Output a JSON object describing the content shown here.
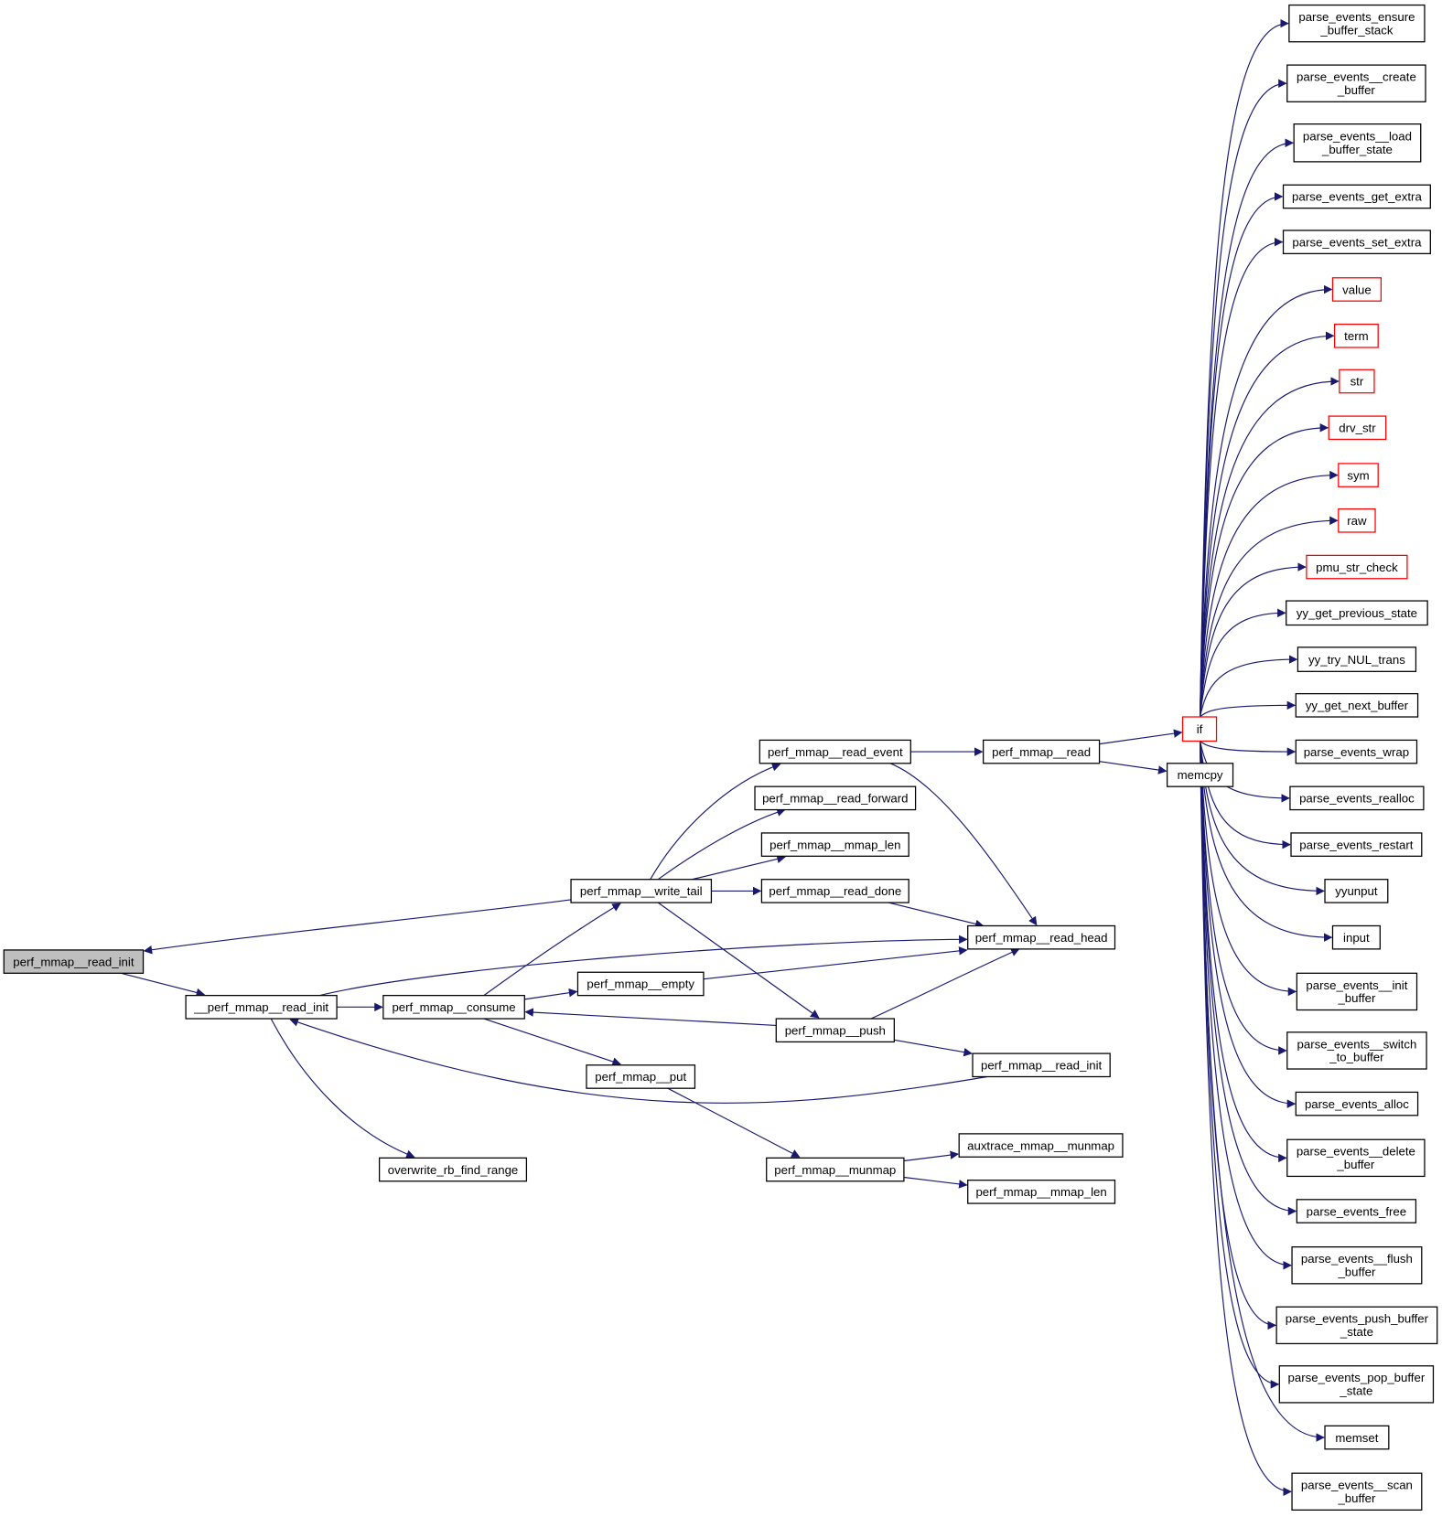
{
  "graph": {
    "type": "call-graph",
    "edge_color": "#191970",
    "focus_color": "#bfbfbf",
    "undocumented_border": "#ff0000",
    "nodes": [
      {
        "id": "read_init_main",
        "label": [
          "perf_mmap__read_init"
        ],
        "style": "highlight"
      },
      {
        "id": "__read_init",
        "label": [
          "__perf_mmap__read_init"
        ],
        "style": "normal"
      },
      {
        "id": "consume",
        "label": [
          "perf_mmap__consume"
        ],
        "style": "normal"
      },
      {
        "id": "overwrite",
        "label": [
          "overwrite_rb_find_range"
        ],
        "style": "normal"
      },
      {
        "id": "write_tail",
        "label": [
          "perf_mmap__write_tail"
        ],
        "style": "normal"
      },
      {
        "id": "empty",
        "label": [
          "perf_mmap__empty"
        ],
        "style": "normal"
      },
      {
        "id": "put",
        "label": [
          "perf_mmap__put"
        ],
        "style": "normal"
      },
      {
        "id": "push",
        "label": [
          "perf_mmap__push"
        ],
        "style": "normal"
      },
      {
        "id": "read_event",
        "label": [
          "perf_mmap__read_event"
        ],
        "style": "normal"
      },
      {
        "id": "read_forward",
        "label": [
          "perf_mmap__read_forward"
        ],
        "style": "normal"
      },
      {
        "id": "mmap_len1",
        "label": [
          "perf_mmap__mmap_len"
        ],
        "style": "normal"
      },
      {
        "id": "read_done",
        "label": [
          "perf_mmap__read_done"
        ],
        "style": "normal"
      },
      {
        "id": "read_head",
        "label": [
          "perf_mmap__read_head"
        ],
        "style": "normal"
      },
      {
        "id": "read",
        "label": [
          "perf_mmap__read"
        ],
        "style": "normal"
      },
      {
        "id": "read_init2",
        "label": [
          "perf_mmap__read_init"
        ],
        "style": "normal"
      },
      {
        "id": "munmap",
        "label": [
          "perf_mmap__munmap"
        ],
        "style": "normal"
      },
      {
        "id": "auxtrace",
        "label": [
          "auxtrace_mmap__munmap"
        ],
        "style": "normal"
      },
      {
        "id": "mmap_len2",
        "label": [
          "perf_mmap__mmap_len"
        ],
        "style": "normal"
      },
      {
        "id": "if",
        "label": [
          "if"
        ],
        "style": "red"
      },
      {
        "id": "memcpy",
        "label": [
          "memcpy"
        ],
        "style": "normal"
      },
      {
        "id": "r0",
        "label": [
          "parse_events_ensure",
          "_buffer_stack"
        ],
        "style": "normal"
      },
      {
        "id": "r1",
        "label": [
          "parse_events__create",
          "_buffer"
        ],
        "style": "normal"
      },
      {
        "id": "r2",
        "label": [
          "parse_events__load",
          "_buffer_state"
        ],
        "style": "normal"
      },
      {
        "id": "r3",
        "label": [
          "parse_events_get_extra"
        ],
        "style": "normal"
      },
      {
        "id": "r4",
        "label": [
          "parse_events_set_extra"
        ],
        "style": "normal"
      },
      {
        "id": "r5",
        "label": [
          "value"
        ],
        "style": "red"
      },
      {
        "id": "r6",
        "label": [
          "term"
        ],
        "style": "red"
      },
      {
        "id": "r7",
        "label": [
          "str"
        ],
        "style": "red"
      },
      {
        "id": "r8",
        "label": [
          "drv_str"
        ],
        "style": "red"
      },
      {
        "id": "r9",
        "label": [
          "sym"
        ],
        "style": "red"
      },
      {
        "id": "r10",
        "label": [
          "raw"
        ],
        "style": "red"
      },
      {
        "id": "r11",
        "label": [
          "pmu_str_check"
        ],
        "style": "red"
      },
      {
        "id": "r12",
        "label": [
          "yy_get_previous_state"
        ],
        "style": "normal"
      },
      {
        "id": "r13",
        "label": [
          "yy_try_NUL_trans"
        ],
        "style": "normal"
      },
      {
        "id": "r14",
        "label": [
          "yy_get_next_buffer"
        ],
        "style": "normal"
      },
      {
        "id": "r15",
        "label": [
          "parse_events_wrap"
        ],
        "style": "normal"
      },
      {
        "id": "r16",
        "label": [
          "parse_events_realloc"
        ],
        "style": "normal"
      },
      {
        "id": "r17",
        "label": [
          "parse_events_restart"
        ],
        "style": "normal"
      },
      {
        "id": "r18",
        "label": [
          "yyunput"
        ],
        "style": "normal"
      },
      {
        "id": "r19",
        "label": [
          "input"
        ],
        "style": "normal"
      },
      {
        "id": "r20",
        "label": [
          "parse_events__init",
          "_buffer"
        ],
        "style": "normal"
      },
      {
        "id": "r21",
        "label": [
          "parse_events__switch",
          "_to_buffer"
        ],
        "style": "normal"
      },
      {
        "id": "r22",
        "label": [
          "parse_events_alloc"
        ],
        "style": "normal"
      },
      {
        "id": "r23",
        "label": [
          "parse_events__delete",
          "_buffer"
        ],
        "style": "normal"
      },
      {
        "id": "r24",
        "label": [
          "parse_events_free"
        ],
        "style": "normal"
      },
      {
        "id": "r25",
        "label": [
          "parse_events__flush",
          "_buffer"
        ],
        "style": "normal"
      },
      {
        "id": "r26",
        "label": [
          "parse_events_push_buffer",
          "_state"
        ],
        "style": "normal"
      },
      {
        "id": "r27",
        "label": [
          "parse_events_pop_buffer",
          "_state"
        ],
        "style": "normal"
      },
      {
        "id": "r28",
        "label": [
          "memset"
        ],
        "style": "normal"
      },
      {
        "id": "r29",
        "label": [
          "parse_events__scan",
          "_buffer"
        ],
        "style": "normal"
      }
    ],
    "edges": [
      [
        "write_tail",
        "read_init_main"
      ],
      [
        "read_init_main",
        "__read_init"
      ],
      [
        "__read_init",
        "consume"
      ],
      [
        "__read_init",
        "read_head"
      ],
      [
        "__read_init",
        "overwrite"
      ],
      [
        "consume",
        "write_tail"
      ],
      [
        "consume",
        "empty"
      ],
      [
        "consume",
        "put"
      ],
      [
        "write_tail",
        "read_event"
      ],
      [
        "write_tail",
        "read_forward"
      ],
      [
        "write_tail",
        "mmap_len1"
      ],
      [
        "write_tail",
        "read_done"
      ],
      [
        "write_tail",
        "push"
      ],
      [
        "read_event",
        "read"
      ],
      [
        "read_event",
        "read_head"
      ],
      [
        "read_done",
        "read_head"
      ],
      [
        "empty",
        "read_head"
      ],
      [
        "push",
        "read_head"
      ],
      [
        "push",
        "consume"
      ],
      [
        "push",
        "read_init2"
      ],
      [
        "read_init2",
        "__read_init"
      ],
      [
        "put",
        "munmap"
      ],
      [
        "munmap",
        "auxtrace"
      ],
      [
        "munmap",
        "mmap_len2"
      ],
      [
        "read",
        "if"
      ],
      [
        "read",
        "memcpy"
      ],
      [
        "if",
        "r0"
      ],
      [
        "if",
        "r1"
      ],
      [
        "if",
        "r2"
      ],
      [
        "if",
        "r3"
      ],
      [
        "if",
        "r4"
      ],
      [
        "if",
        "r5"
      ],
      [
        "if",
        "r6"
      ],
      [
        "if",
        "r7"
      ],
      [
        "if",
        "r8"
      ],
      [
        "if",
        "r9"
      ],
      [
        "if",
        "r10"
      ],
      [
        "if",
        "r11"
      ],
      [
        "if",
        "r12"
      ],
      [
        "if",
        "r13"
      ],
      [
        "if",
        "r14"
      ],
      [
        "if",
        "r15"
      ],
      [
        "if",
        "r16"
      ],
      [
        "if",
        "r17"
      ],
      [
        "if",
        "r18"
      ],
      [
        "if",
        "r19"
      ],
      [
        "if",
        "r20"
      ],
      [
        "if",
        "r21"
      ],
      [
        "if",
        "r22"
      ],
      [
        "if",
        "r23"
      ],
      [
        "if",
        "r24"
      ],
      [
        "if",
        "r25"
      ],
      [
        "if",
        "r26"
      ],
      [
        "if",
        "r27"
      ],
      [
        "if",
        "r28"
      ],
      [
        "if",
        "r29"
      ]
    ]
  }
}
